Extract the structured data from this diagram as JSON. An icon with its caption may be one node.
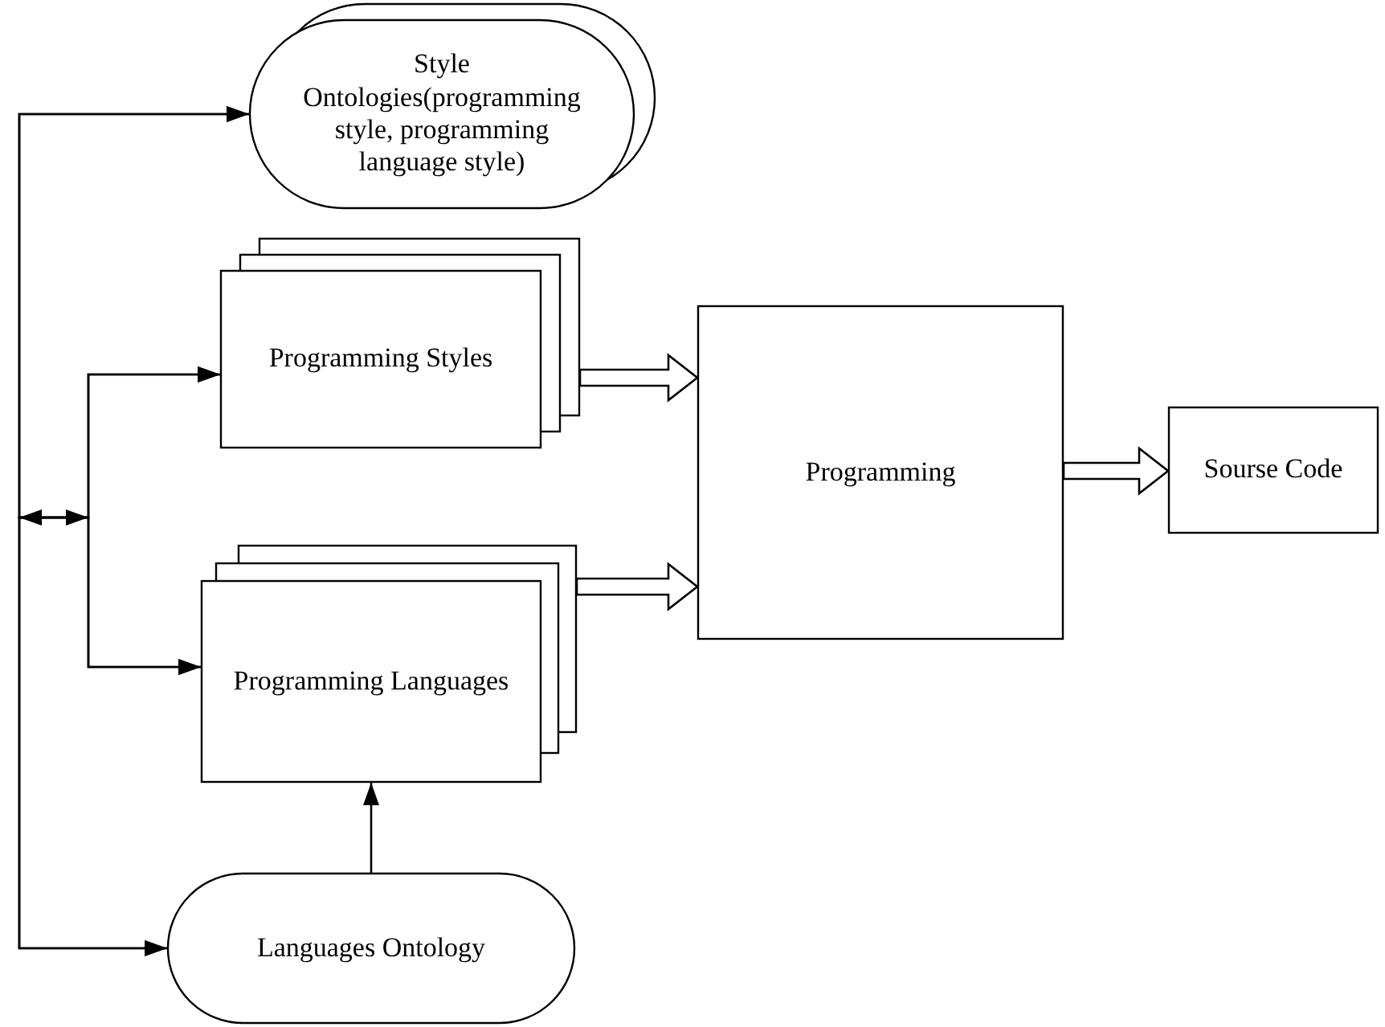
{
  "diagram": {
    "nodes": [
      {
        "text": [
          "Style Ontologies(programming style, programming language style)"
        ]
      },
      {
        "text": [
          "Programming Styles"
        ]
      },
      {
        "text": [
          "Programming Languages"
        ]
      },
      {
        "text": [
          "Languages Ontology"
        ]
      },
      {
        "text": [
          "Programming"
        ]
      },
      {
        "text": [
          "Sourse Code"
        ]
      }
    ],
    "edges": [
      {
        "from": 0,
        "to": 1,
        "arrow": "both"
      },
      {
        "from": 0,
        "to": 2,
        "arrow": "both"
      },
      {
        "from": 3,
        "to": 1,
        "arrow": "both"
      },
      {
        "from": 3,
        "to": 2,
        "arrow": "both"
      },
      {
        "from": 3,
        "to": 2,
        "arrow": "to"
      },
      {
        "from": 1,
        "to": 4,
        "arrow": "to",
        "style": "thick"
      },
      {
        "from": 2,
        "to": 4,
        "arrow": "to",
        "style": "thick"
      },
      {
        "from": 4,
        "to": 5,
        "arrow": "to",
        "style": "thick"
      }
    ]
  }
}
